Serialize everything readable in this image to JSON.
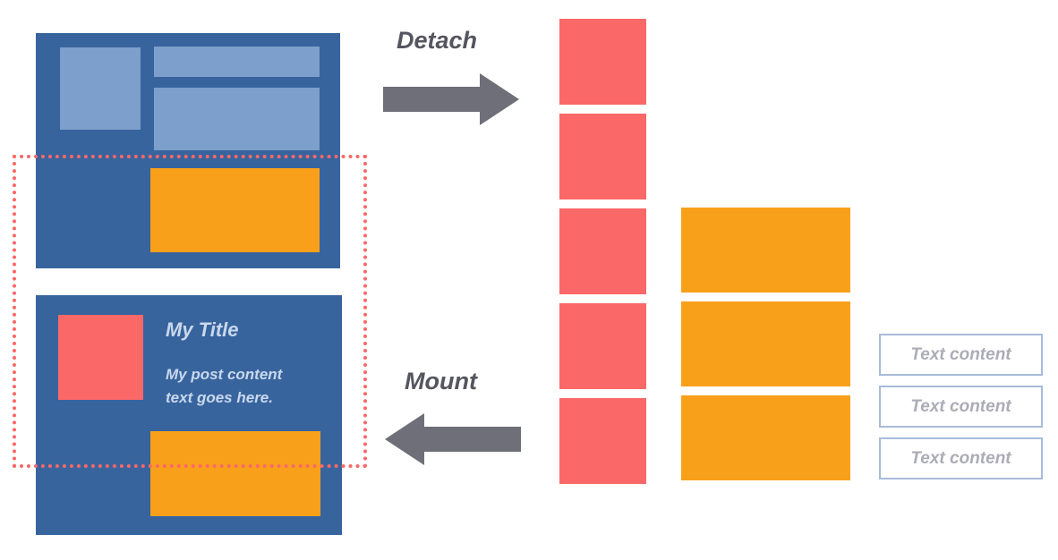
{
  "diagram": {
    "detach_label": "Detach",
    "mount_label": "Mount"
  },
  "page": {
    "card_title": "My Title",
    "card_body_line1": "My post content",
    "card_body_line2": "text goes here."
  },
  "pool": {
    "red_block_count": 5,
    "orange_block_count": 3,
    "text_boxes": [
      "Text content",
      "Text content",
      "Text content"
    ]
  },
  "colors": {
    "panel_blue": "#38649E",
    "light_blue": "#7D9FCB",
    "orange": "#F9A01B",
    "coral_red": "#FA6868",
    "arrow_gray": "#6F6F79",
    "label_gray": "#55555F",
    "card_text": "#C9D8EC",
    "textbox_border": "#A8BBD9",
    "textbox_text": "#ACACB6"
  }
}
